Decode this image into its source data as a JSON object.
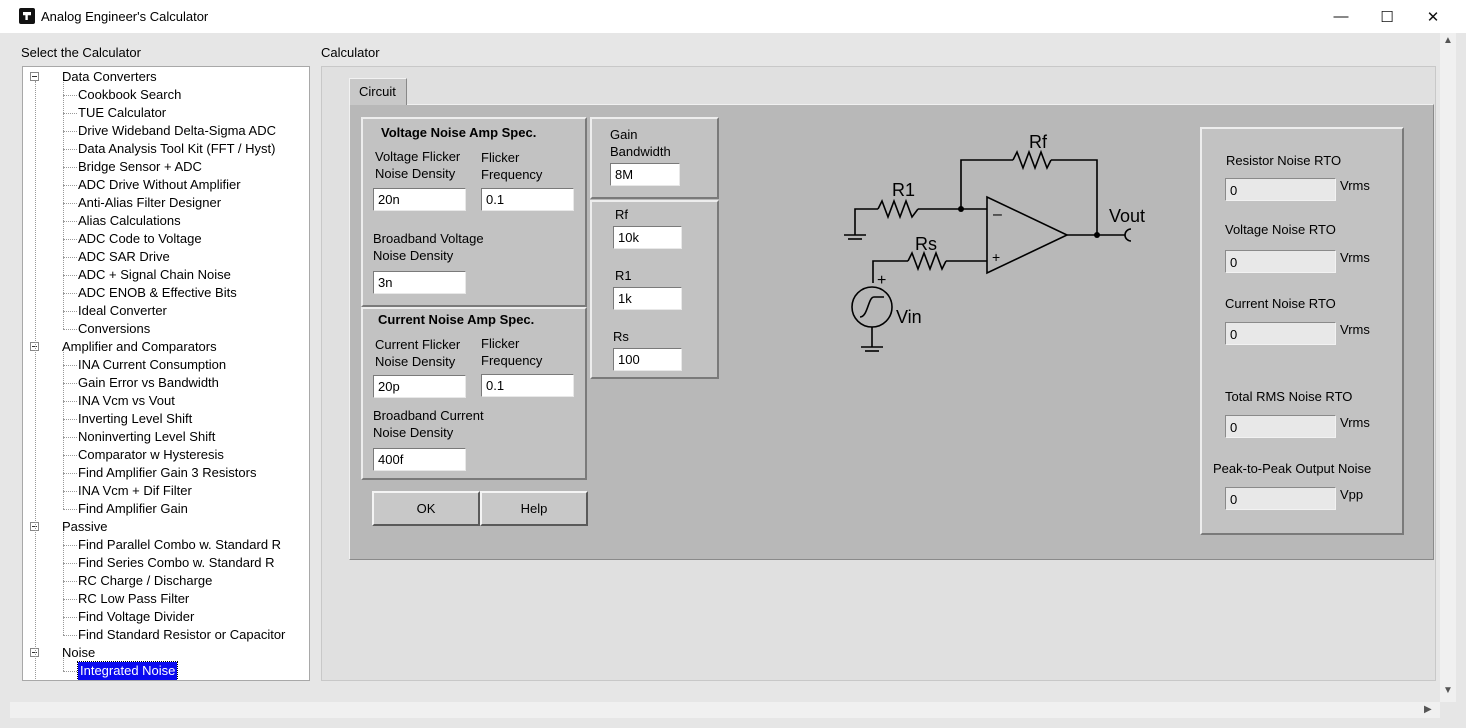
{
  "window": {
    "title": "Analog Engineer's Calculator",
    "minimize_glyph": "—",
    "maximize_glyph": "☐",
    "close_glyph": "✕",
    "icon": "ti-logo-icon"
  },
  "labels": {
    "select_calculator": "Select the Calculator",
    "calculator": "Calculator"
  },
  "tree": {
    "groups": [
      {
        "label": "Data Converters",
        "items": [
          "Cookbook Search",
          "TUE Calculator",
          "Drive Wideband Delta-Sigma ADC",
          "Data Analysis Tool Kit (FFT / Hyst)",
          "Bridge Sensor + ADC",
          "ADC Drive Without Amplifier",
          "Anti-Alias Filter Designer",
          "Alias Calculations",
          "ADC Code to Voltage",
          "ADC SAR Drive",
          "ADC + Signal Chain Noise",
          "ADC ENOB & Effective Bits",
          "Ideal Converter",
          "Conversions"
        ]
      },
      {
        "label": "Amplifier and Comparators",
        "items": [
          "INA Current Consumption",
          "Gain Error vs Bandwidth",
          "INA Vcm vs Vout",
          "Inverting Level Shift",
          "Noninverting Level Shift",
          "Comparator w Hysteresis",
          "Find Amplifier Gain 3 Resistors",
          "INA Vcm + Dif Filter",
          "Find Amplifier Gain"
        ]
      },
      {
        "label": "Passive",
        "items": [
          "Find Parallel Combo w. Standard R",
          "Find Series Combo w. Standard R",
          "RC Charge / Discharge",
          "RC Low Pass Filter",
          "Find Voltage Divider",
          "Find Standard Resistor or Capacitor"
        ]
      },
      {
        "label": "Noise",
        "items": [
          "Integrated Noise"
        ]
      }
    ],
    "selected": "Integrated Noise"
  },
  "tab": {
    "label": "Circuit"
  },
  "voltage_noise": {
    "title": "Voltage Noise Amp Spec.",
    "flicker_density_label": "Voltage Flicker\nNoise Density",
    "flicker_freq_label": "Flicker\nFrequency",
    "flicker_density_value": "20n",
    "flicker_freq_value": "0.1",
    "broadband_label": "Broadband Voltage\nNoise Density",
    "broadband_value": "3n"
  },
  "current_noise": {
    "title": "Current Noise Amp Spec.",
    "flicker_density_label": "Current Flicker\nNoise Density",
    "flicker_freq_label": "Flicker\nFrequency",
    "flicker_density_value": "20p",
    "flicker_freq_value": "0.1",
    "broadband_label": "Broadband Current\nNoise Density",
    "broadband_value": "400f"
  },
  "gain_bw": {
    "label": "Gain\nBandwidth",
    "value": "8M"
  },
  "resistors": {
    "rf_label": "Rf",
    "rf_value": "10k",
    "r1_label": "R1",
    "r1_value": "1k",
    "rs_label": "Rs",
    "rs_value": "100"
  },
  "buttons": {
    "ok": "OK",
    "help": "Help"
  },
  "schematic": {
    "rf": "Rf",
    "r1": "R1",
    "rs": "Rs",
    "vout": "Vout",
    "vin": "Vin",
    "minus": "–",
    "plus": "+",
    "src_plus": "+"
  },
  "outputs": {
    "resistor": {
      "label": "Resistor Noise RTO",
      "value": "0",
      "unit": "Vrms"
    },
    "voltage": {
      "label": "Voltage Noise RTO",
      "value": "0",
      "unit": "Vrms"
    },
    "current": {
      "label": "Current Noise RTO",
      "value": "0",
      "unit": "Vrms"
    },
    "total": {
      "label": "Total RMS Noise RTO",
      "value": "0",
      "unit": "Vrms"
    },
    "p2p": {
      "label": "Peak-to-Peak Output Noise",
      "value": "0",
      "unit": "Vpp"
    }
  },
  "colors": {
    "selection": "#0a0af0",
    "panel": "#b8b8b8",
    "group": "#c2c2c2"
  }
}
